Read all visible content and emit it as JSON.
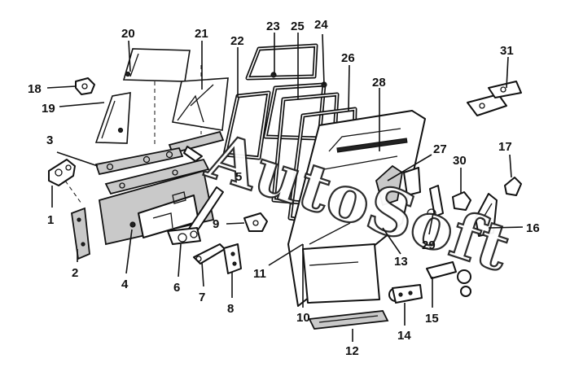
{
  "labels": [
    {
      "id": "1",
      "text": "1"
    },
    {
      "id": "2",
      "text": "2"
    },
    {
      "id": "3",
      "text": "3"
    },
    {
      "id": "4",
      "text": "4"
    },
    {
      "id": "5",
      "text": "5"
    },
    {
      "id": "6",
      "text": "6"
    },
    {
      "id": "7",
      "text": "7"
    },
    {
      "id": "8",
      "text": "8"
    },
    {
      "id": "9",
      "text": "9"
    },
    {
      "id": "10",
      "text": "10"
    },
    {
      "id": "11",
      "text": "11"
    },
    {
      "id": "12",
      "text": "12"
    },
    {
      "id": "13",
      "text": "13"
    },
    {
      "id": "14",
      "text": "14"
    },
    {
      "id": "15",
      "text": "15"
    },
    {
      "id": "16",
      "text": "16"
    },
    {
      "id": "17",
      "text": "17"
    },
    {
      "id": "18",
      "text": "18"
    },
    {
      "id": "19",
      "text": "19"
    },
    {
      "id": "20",
      "text": "20"
    },
    {
      "id": "21",
      "text": "21"
    },
    {
      "id": "22",
      "text": "22"
    },
    {
      "id": "23",
      "text": "23"
    },
    {
      "id": "24",
      "text": "24"
    },
    {
      "id": "25",
      "text": "25"
    },
    {
      "id": "26",
      "text": "26"
    },
    {
      "id": "27",
      "text": "27"
    },
    {
      "id": "28",
      "text": "28"
    },
    {
      "id": "29",
      "text": "29"
    },
    {
      "id": "30",
      "text": "30"
    },
    {
      "id": "31",
      "text": "31"
    }
  ],
  "watermark": {
    "text": "AutoSoft"
  }
}
